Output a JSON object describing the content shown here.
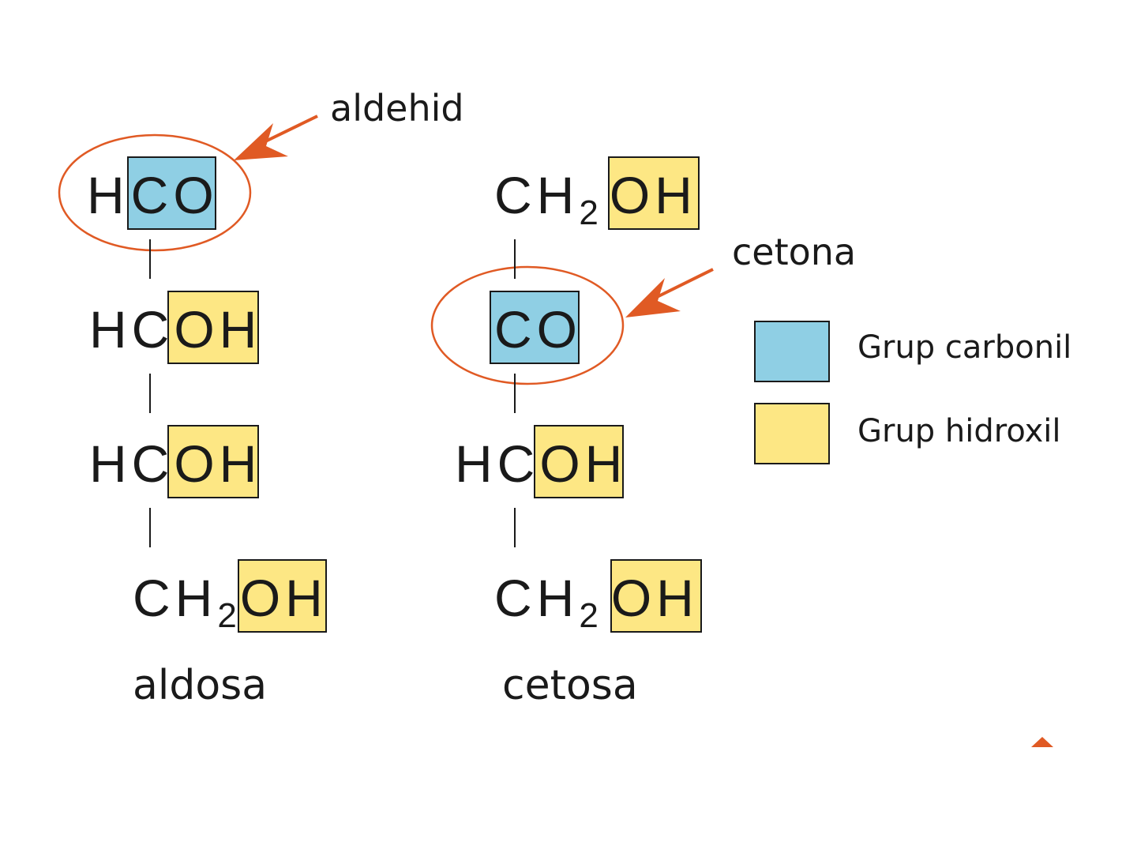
{
  "colors": {
    "carbonil": "#8fcfe4",
    "hidroxil": "#fde784",
    "annotation": "#e05a24",
    "text": "#1a1a1a"
  },
  "aldosa": {
    "caption": "aldosa",
    "annotation": "aldehid",
    "rows": [
      {
        "plain": "H",
        "boxed": "CO",
        "group": "carbonil"
      },
      {
        "plain": "HC",
        "boxed": "OH",
        "group": "hidroxil"
      },
      {
        "plain": "HC",
        "boxed": "OH",
        "group": "hidroxil"
      },
      {
        "plain": "CH",
        "sub": "2",
        "boxed": "OH",
        "group": "hidroxil"
      }
    ]
  },
  "cetosa": {
    "caption": "cetosa",
    "annotation": "cetona",
    "rows": [
      {
        "plain": "CH",
        "sub": "2",
        "boxed": "OH",
        "group": "hidroxil"
      },
      {
        "plain": "",
        "boxed": "CO",
        "group": "carbonil"
      },
      {
        "plain": "HC",
        "boxed": "OH",
        "group": "hidroxil"
      },
      {
        "plain": "CH",
        "sub": "2",
        "boxed": "OH",
        "group": "hidroxil"
      }
    ]
  },
  "legend": {
    "items": [
      {
        "label": "Grup carbonil",
        "color": "#8fcfe4"
      },
      {
        "label": "Grup hidroxil",
        "color": "#fde784"
      }
    ]
  },
  "icons": {
    "corner_marker": "triangle-up-icon"
  }
}
